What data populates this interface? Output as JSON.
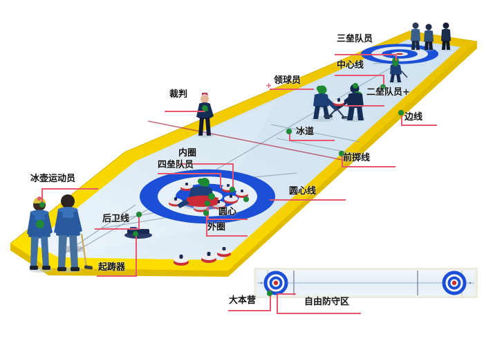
{
  "diagram": {
    "title": "curling-sheet-annotated-diagram",
    "colors": {
      "ice": "#d9e8f2",
      "border": "#f5d400",
      "house_outer": "#1a4fd6",
      "house_inner": "#ffffff",
      "leader_line": "#e8566e",
      "marker_dot": "#1f8a34",
      "stone_red": "#d8303a",
      "stone_handle": "#1b2a55",
      "text": "#101010",
      "background": "#ffffff"
    }
  },
  "labels": {
    "athletes": "冰壶运动员",
    "back_line": "后卫线",
    "hack": "起踌器",
    "fourth_player": "四垒队员",
    "inner_circle": "内圈",
    "outer_circle": "外圈",
    "house_center": "圆心",
    "tee_line": "圆心线",
    "referee": "裁判",
    "lead_player": "领球员",
    "second_player": "二垒队员+",
    "third_player": "三垒队员",
    "center_line": "中心线",
    "side_line": "边线",
    "ice_lane": "冰道",
    "hog_line": "前掷线",
    "house": "大本营",
    "free_guard_zone": "自由防守区",
    "lead_plus_prefix": "+"
  },
  "figures": {
    "left_athletes_count": 2,
    "sweepers_count": 2,
    "far_end_standing_count": 3,
    "referee_count": 1,
    "thrower_count": 1
  },
  "stones": {
    "near_ice_count": 3,
    "house_count": 7
  },
  "inset": {
    "name": "top-down-sheet-view",
    "houses": 2
  }
}
